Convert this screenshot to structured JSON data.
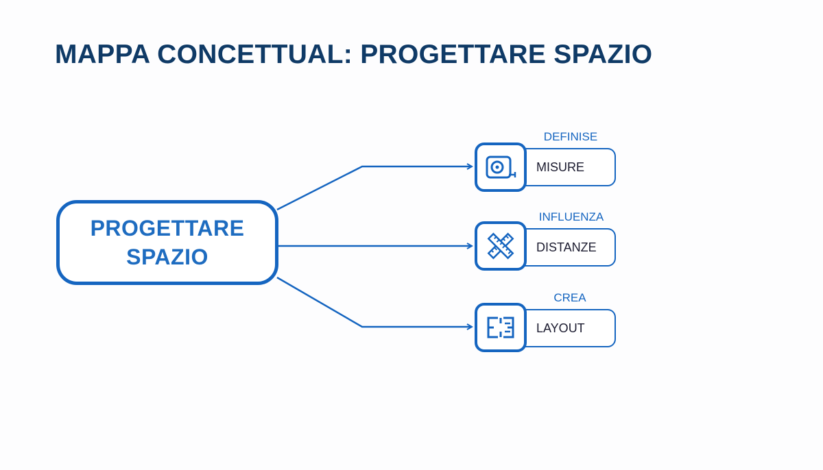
{
  "title": "MAPPA CONCETTUAL: PROGETTARE SPAZIO",
  "central_node": {
    "label": "PROGETTARE\nSPAZIO"
  },
  "branches": [
    {
      "relation": "DEFINISE",
      "label": "MISURE",
      "icon": "tape-measure-icon"
    },
    {
      "relation": "INFLUENZA",
      "label": "DISTANZE",
      "icon": "crossed-rulers-icon"
    },
    {
      "relation": "CREA",
      "label": "LAYOUT",
      "icon": "floor-plan-icon"
    }
  ],
  "colors": {
    "primary": "#1565c0",
    "title": "#0f3a66",
    "central_text": "#1e6cc0",
    "node_text": "#1a1a2e",
    "background": "#fdfdfe"
  }
}
